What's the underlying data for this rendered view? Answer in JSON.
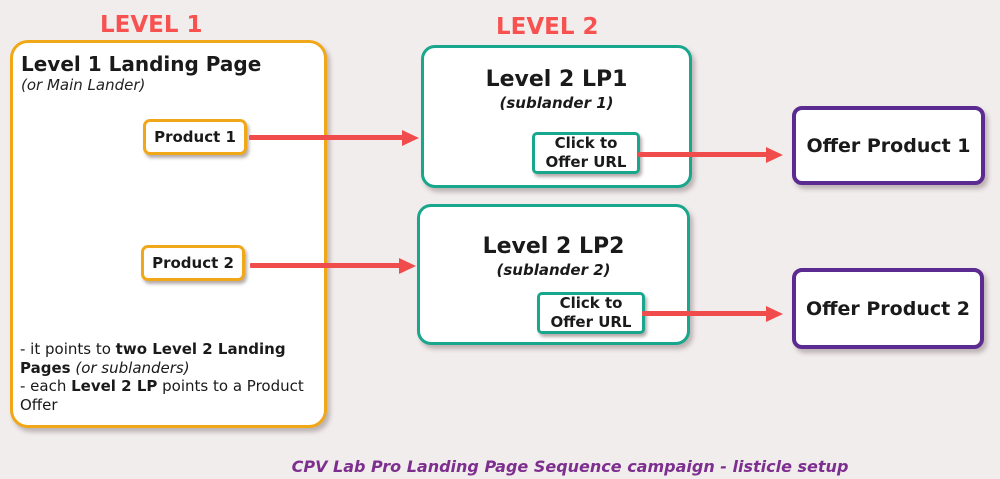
{
  "colors": {
    "background": "#F2EDED",
    "level_title_red": "#F75250",
    "arrow_red": "#F04C4C",
    "orange_border": "#F0A818",
    "teal_border": "#18A78C",
    "purple_border": "#5C2B91",
    "caption_purple": "#7D2F8F",
    "text_black": "#1A1A1A"
  },
  "level1": {
    "title": "LEVEL 1",
    "box": {
      "heading": "Level 1 Landing Page",
      "subheading": "(or Main Lander)",
      "product1_label": "Product 1",
      "product2_label": "Product 2",
      "note_segments": [
        {
          "t": "- it points to "
        },
        {
          "t": "two Level 2 Landing Pages",
          "b": true
        },
        {
          "t": " "
        },
        {
          "t": "(or sublanders)",
          "i": true
        },
        {
          "br": true
        },
        {
          "t": "- each "
        },
        {
          "t": "Level 2 LP",
          "b": true
        },
        {
          "t": " points to a Product Offer"
        }
      ]
    }
  },
  "level2": {
    "title": "LEVEL 2",
    "lp1": {
      "heading": "Level 2 LP1",
      "subheading": "(sublander 1)",
      "button_label": "Click to Offer URL"
    },
    "lp2": {
      "heading": "Level 2 LP2",
      "subheading": "(sublander 2)",
      "button_label": "Click to Offer URL"
    }
  },
  "offers": {
    "offer1_label": "Offer Product 1",
    "offer2_label": "Offer Product 2"
  },
  "caption": "CPV Lab Pro Landing Page Sequence campaign - listicle setup"
}
